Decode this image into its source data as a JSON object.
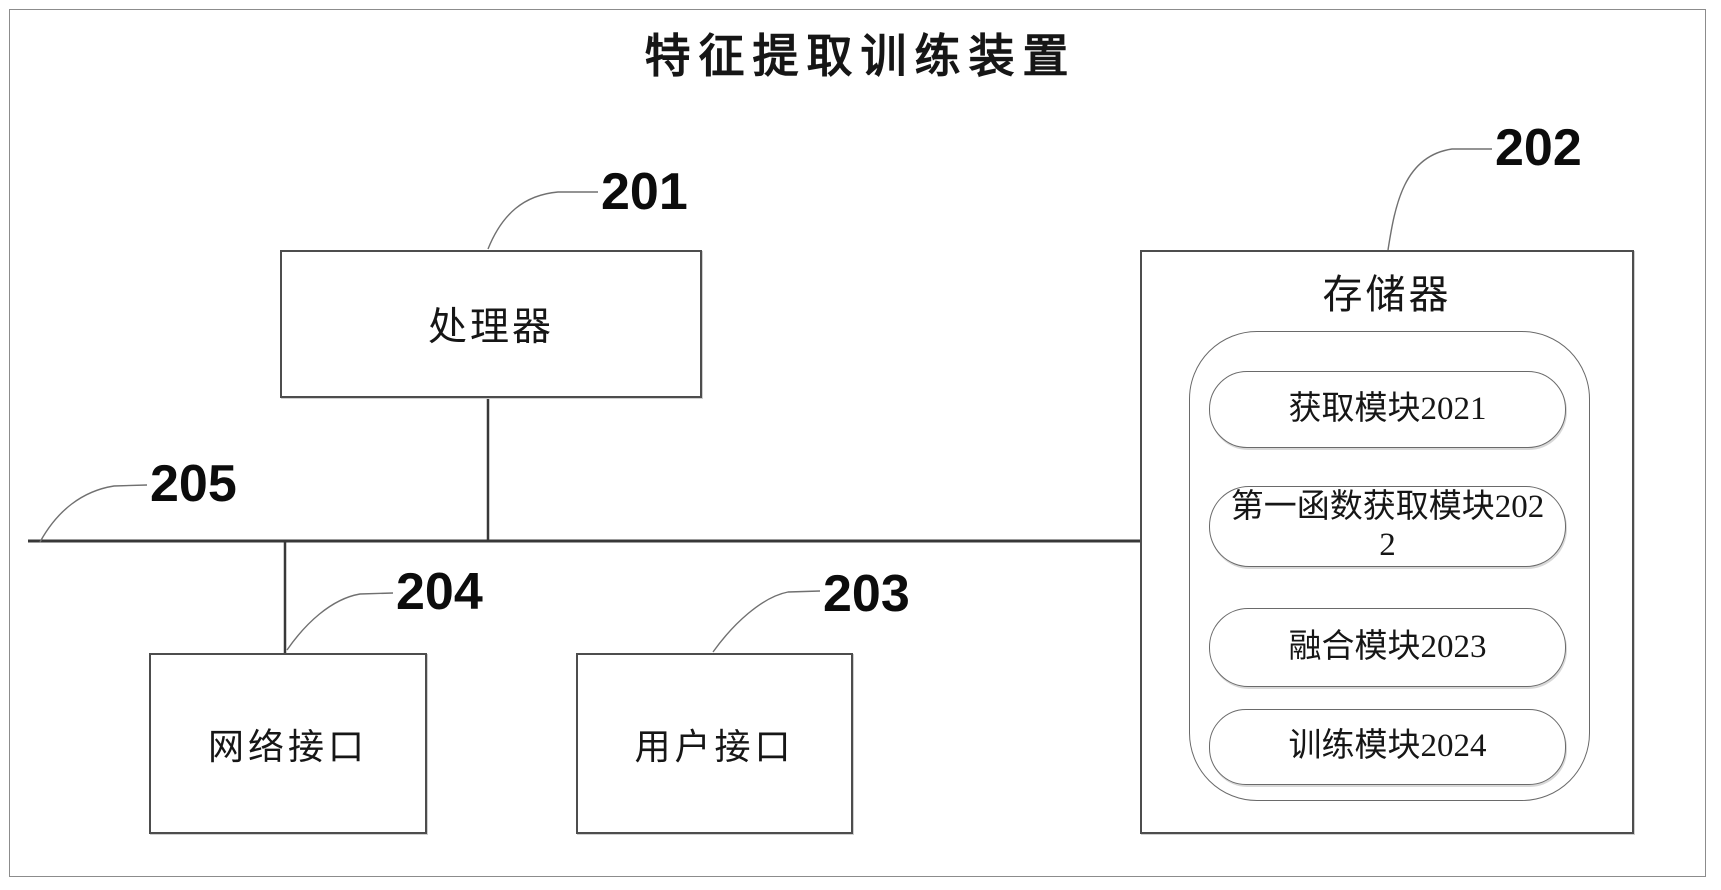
{
  "figure": {
    "title": "特征提取训练装置"
  },
  "components": {
    "processor": {
      "label": "处理器",
      "ref": "201"
    },
    "memory": {
      "label": "存储器",
      "ref": "202"
    },
    "user_interface": {
      "label": "用户接口",
      "ref": "203"
    },
    "network_interface": {
      "label": "网络接口",
      "ref": "204"
    },
    "bus": {
      "ref": "205"
    }
  },
  "memory_modules": [
    {
      "label": "获取模块2021"
    },
    {
      "label": "第一函数获取模块2022"
    },
    {
      "label": "融合模块2023"
    },
    {
      "label": "训练模块2024"
    }
  ]
}
